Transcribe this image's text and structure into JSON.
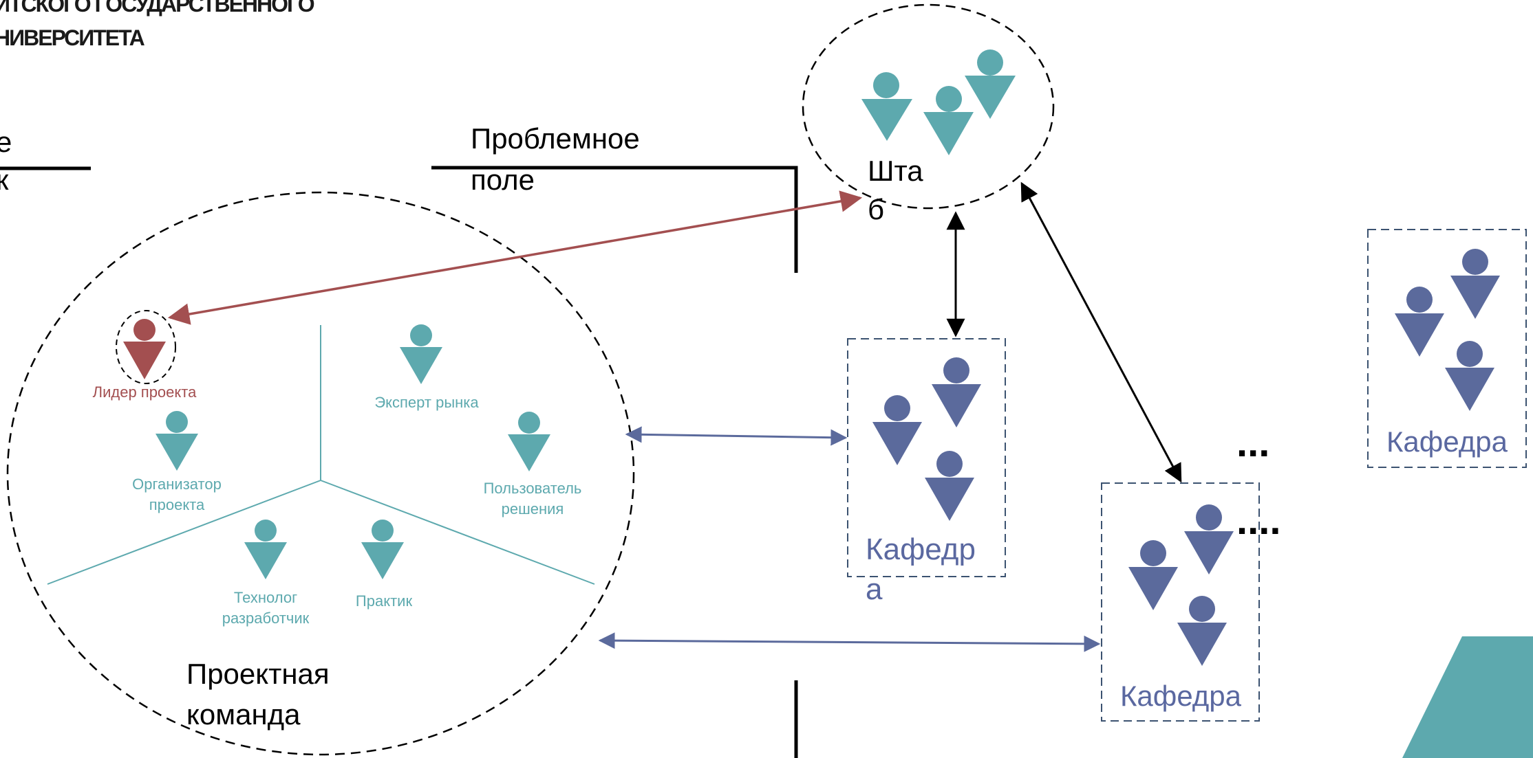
{
  "header": {
    "line1": "ИТСКОГО ГОСУДАРСТВЕННОГО",
    "line2": "НИВЕРСИТЕТА"
  },
  "left_fragment": {
    "line1": "е",
    "line2": "к"
  },
  "problem_field": {
    "line1": "Проблемное",
    "line2": "поле"
  },
  "hq": {
    "line1": "Шта",
    "line2": "б"
  },
  "project_team": {
    "label_line1": "Проектная",
    "label_line2": "команда",
    "roles": {
      "leader": "Лидер проекта",
      "organizer_line1": "Организатор",
      "organizer_line2": "проекта",
      "expert": "Эксперт рынка",
      "user_line1": "Пользователь",
      "user_line2": "решения",
      "technologist_line1": "Технолог",
      "technologist_line2": "разработчик",
      "practitioner": "Практик"
    }
  },
  "departments": {
    "center_line1": "Кафедр",
    "center_line2": "а",
    "bottom": "Кафедра",
    "right": "Кафедра"
  },
  "ellipsis": {
    "upper": "...",
    "lower": "...."
  },
  "colors": {
    "teal": "#5DA9AE",
    "indigo": "#5B6A9C",
    "leader_red": "#A34F50",
    "dept_label": "#5A68A0",
    "dash_border": "#3B5270",
    "accent_block": "#5DA9AE"
  }
}
